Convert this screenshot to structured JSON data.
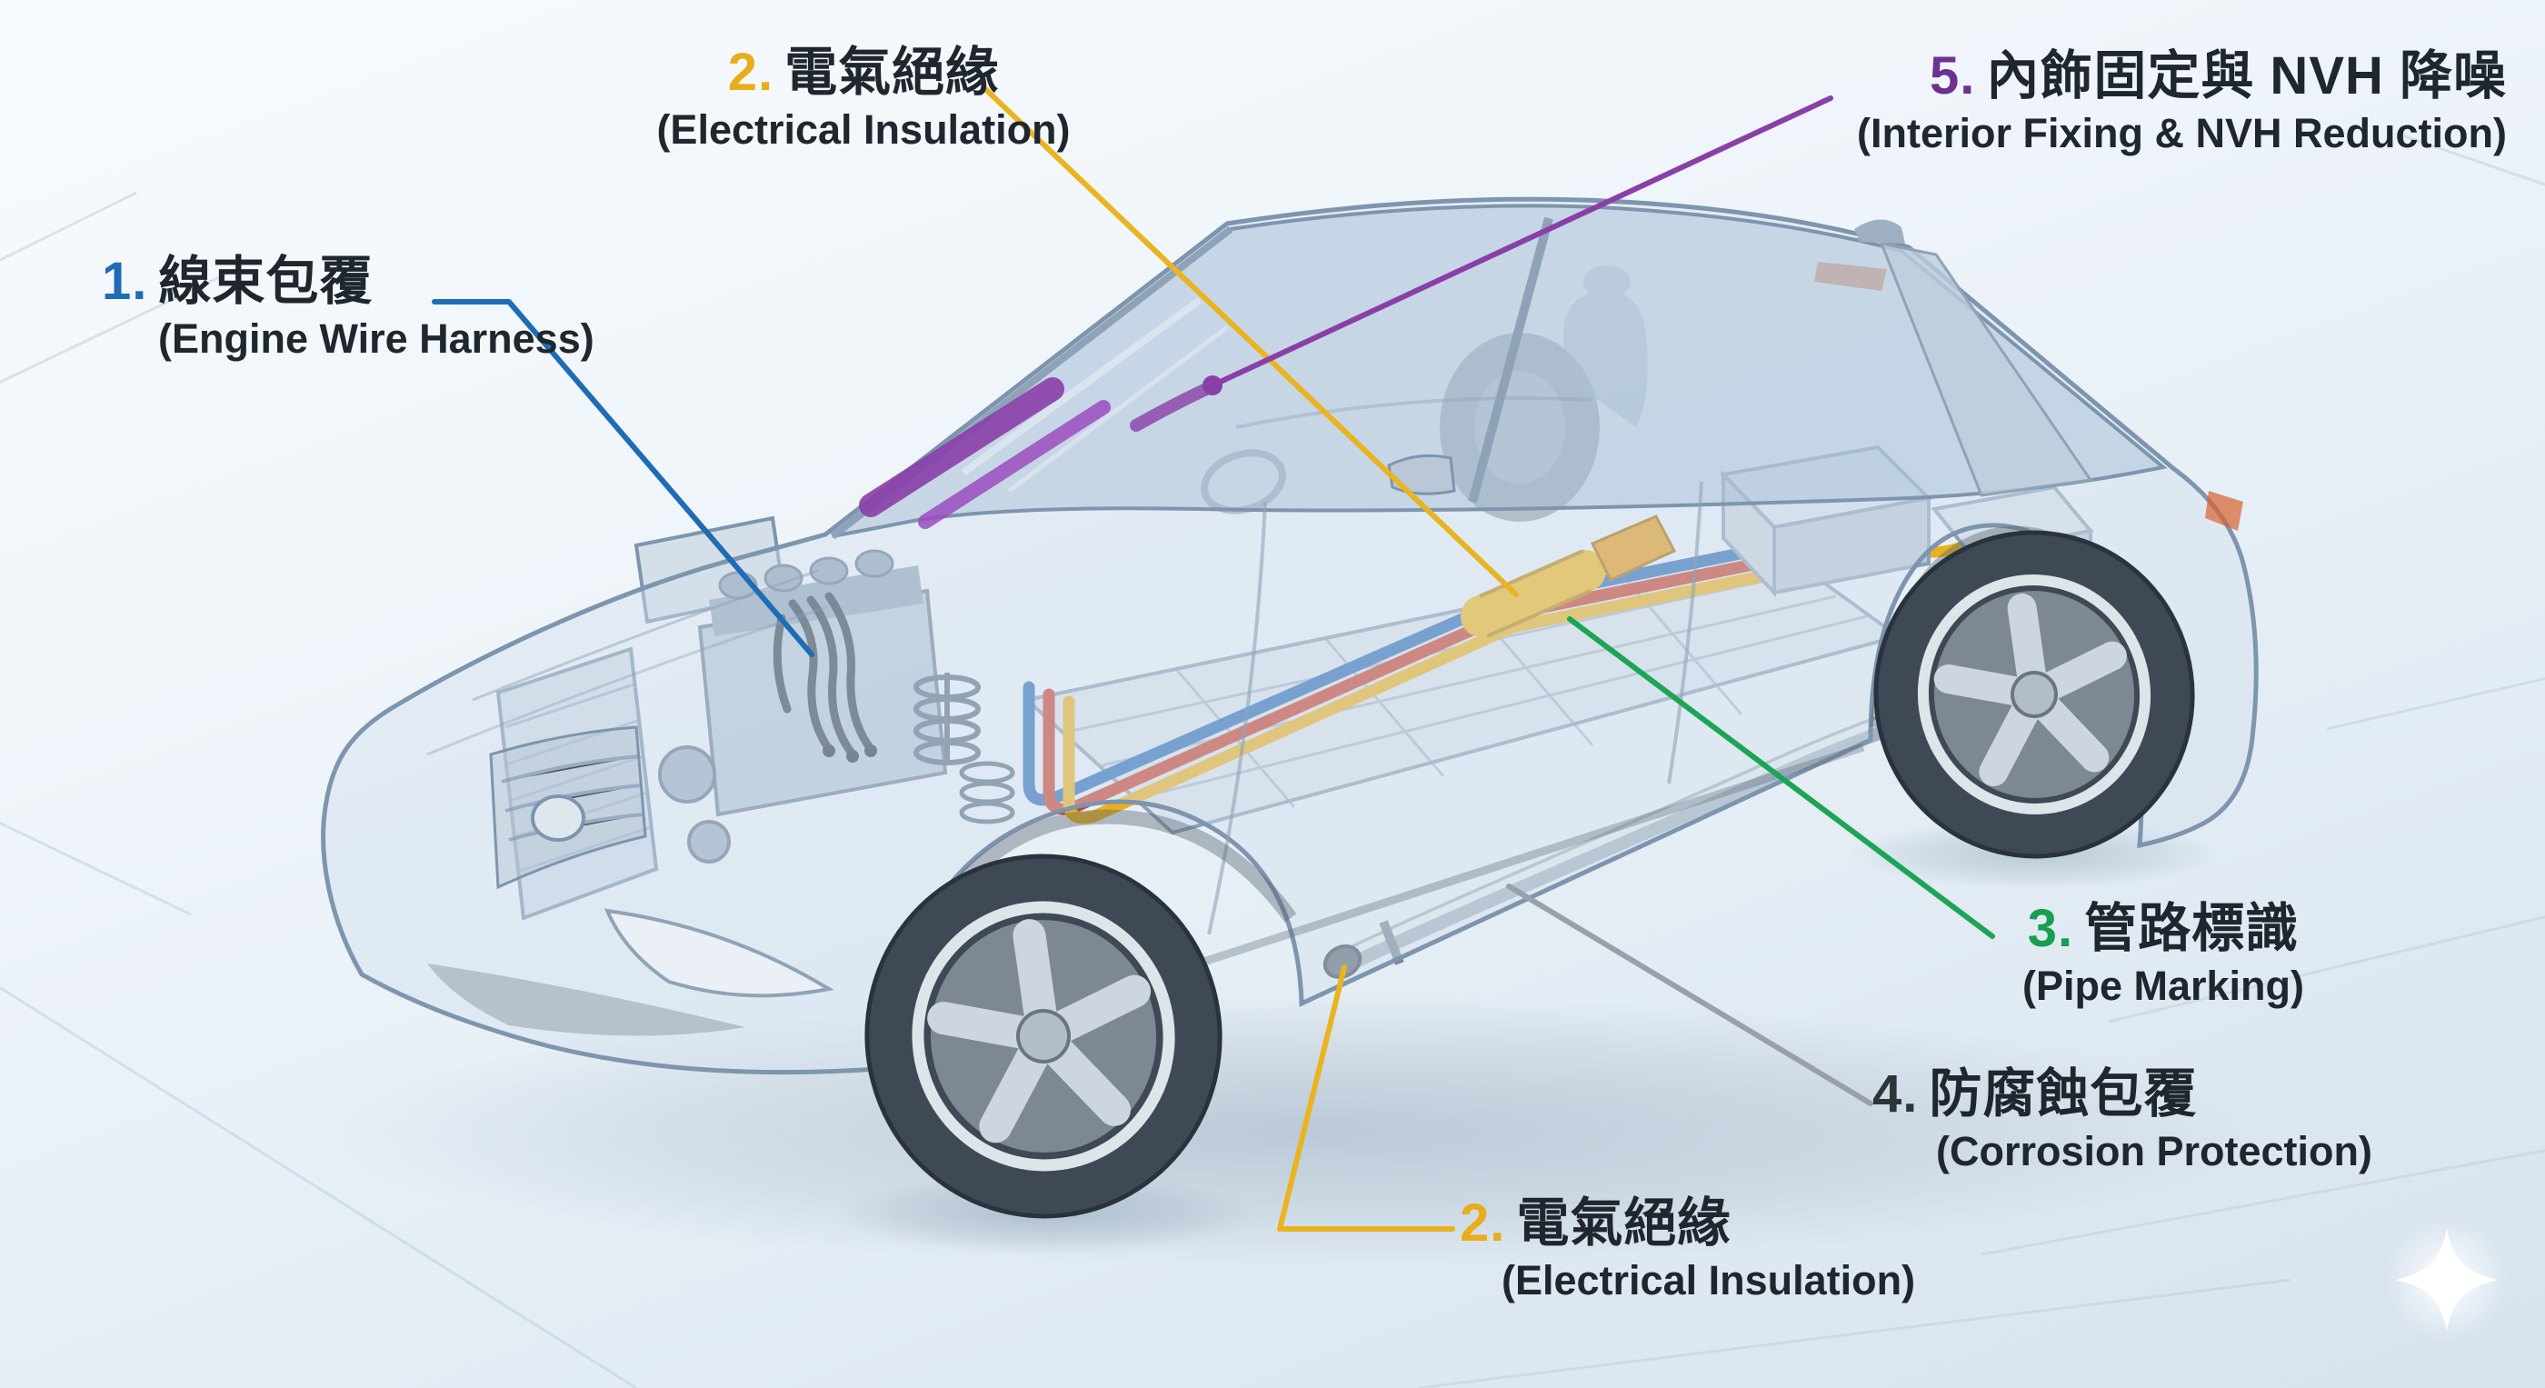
{
  "labels": [
    {
      "id": "engine-wire-harness",
      "number": "1.",
      "zh": "線束包覆",
      "en": "(Engine Wire Harness)",
      "color": "#1e6cb5",
      "line_color": "#1e6cb5"
    },
    {
      "id": "electrical-insulation-top",
      "number": "2.",
      "zh": "電氣絕緣",
      "en": "(Electrical Insulation)",
      "color": "#e8ad1b",
      "line_color": "#e9b41f"
    },
    {
      "id": "pipe-marking",
      "number": "3.",
      "zh": "管路標識",
      "en": "(Pipe Marking)",
      "color": "#189e4f",
      "line_color": "#1ca554"
    },
    {
      "id": "corrosion-protection",
      "number": "4.",
      "zh": "防腐蝕包覆",
      "en": "(Corrosion Protection)",
      "color": "#2e333a",
      "line_color": "#9aa0a8"
    },
    {
      "id": "interior-fixing-nvh",
      "number": "5.",
      "zh": "內飾固定與 NVH 降噪",
      "en": "(Interior Fixing & NVH Reduction)",
      "color": "#6d3190",
      "line_color": "#8a3fa8"
    },
    {
      "id": "electrical-insulation-bottom",
      "number": "2.",
      "zh": "電氣絕緣",
      "en": "(Electrical Insulation)",
      "color": "#e8ad1b",
      "line_color": "#e9b41f"
    }
  ],
  "scene": {
    "accent_blue": "#2f6db6",
    "accent_red": "#c8402f",
    "accent_yellow": "#e9b11f",
    "accent_purple": "#8a3fa8",
    "pipe_silver": "#a5b2c0"
  }
}
